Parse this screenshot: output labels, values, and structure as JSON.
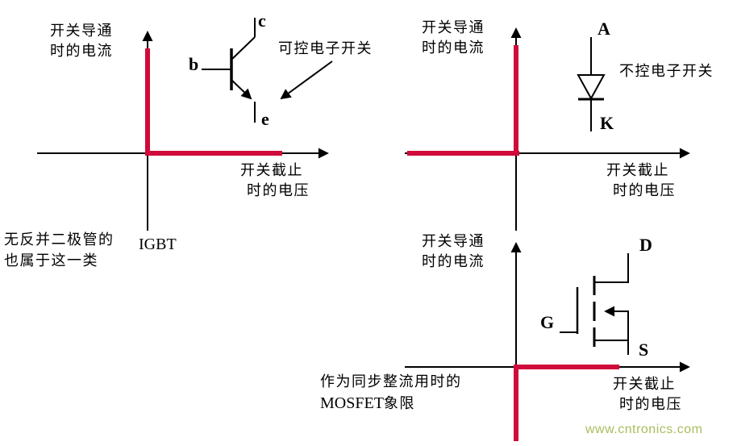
{
  "colors": {
    "quadrant_red": "#d00a3a",
    "axis_black": "#000000",
    "watermark_green": "#a8bd5c"
  },
  "labels": {
    "on_current_line1": "开关导通",
    "on_current_line2": "时的电流",
    "off_voltage_line1": "开关截止",
    "off_voltage_line2": "时的电压"
  },
  "top_left": {
    "callout": "可控电子开关",
    "bjt": {
      "base": "b",
      "collector": "c",
      "emitter": "e"
    },
    "note_line1": "无反并二极管的",
    "note_device": "IGBT",
    "note_line2": "也属于这一类"
  },
  "top_right": {
    "callout": "不控电子开关",
    "diode": {
      "anode": "A",
      "cathode": "K"
    }
  },
  "bottom_right": {
    "mosfet": {
      "drain": "D",
      "gate": "G",
      "source": "S"
    },
    "note_line1": "作为同步整流用时的",
    "note_device": "MOSFET",
    "note_line2": "象限"
  },
  "watermark": "www.cntronics.com"
}
